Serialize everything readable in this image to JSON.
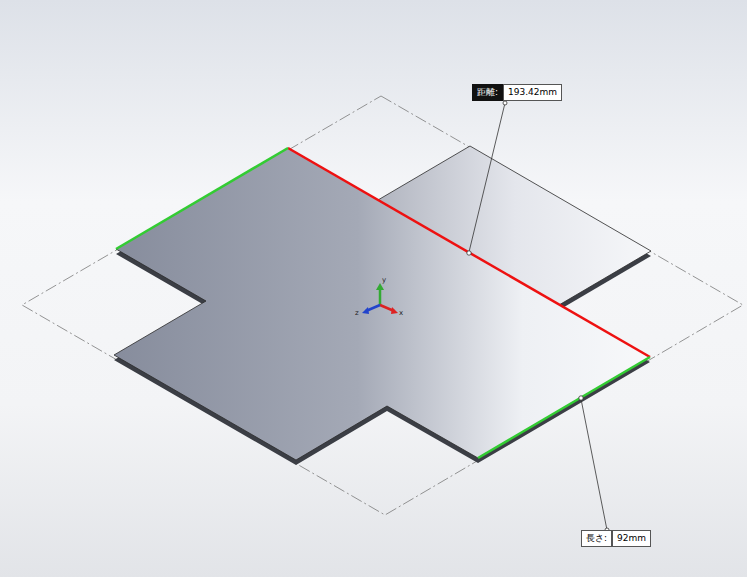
{
  "diagram": {
    "labels": [
      "距離:",
      "193.42mm",
      "長さ:",
      "92mm",
      "y",
      "z",
      "x"
    ]
  }
}
